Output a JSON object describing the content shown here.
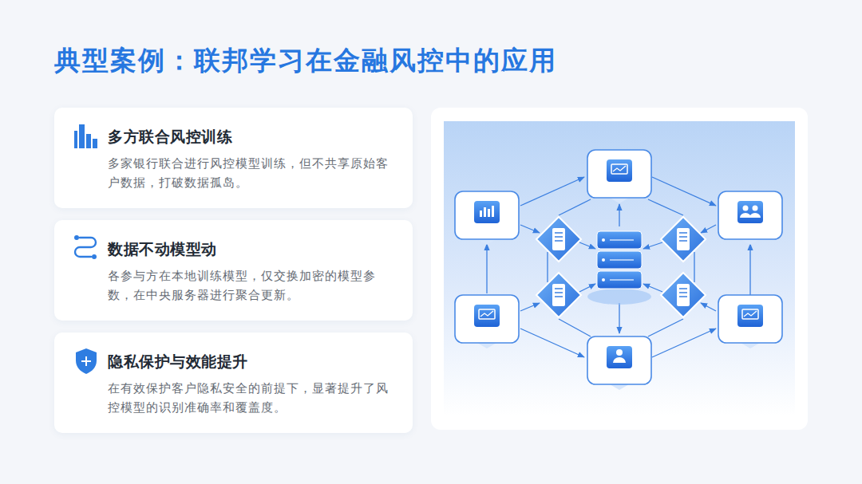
{
  "diagram": {
    "title": "典型案例：联邦学习在金融风控中的应用",
    "nodes": [
      {
        "text": [
          "多方联合风控训练",
          "多家银行联合进行风控模型训练，但不共享原始客户数据，打破数据孤岛。"
        ]
      },
      {
        "text": [
          "数据不动模型动",
          "各参与方在本地训练模型，仅交换加密的模型参数，在中央服务器进行聚合更新。"
        ]
      },
      {
        "text": [
          "隐私保护与效能提升",
          "在有效保护客户隐私安全的前提下，显著提升了风控模型的识别准确率和覆盖度。"
        ]
      }
    ]
  }
}
